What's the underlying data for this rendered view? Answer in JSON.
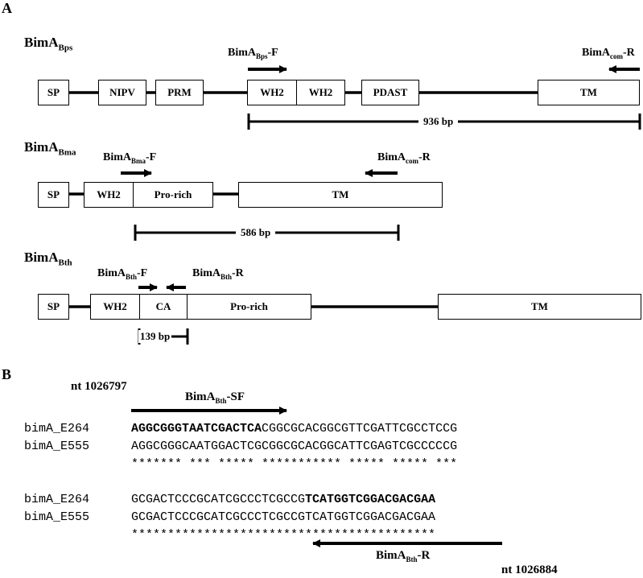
{
  "panel_a": {
    "letter": "A",
    "gene1": {
      "name": "BimA",
      "sub": "Bps",
      "primer_f": {
        "name": "BimA",
        "sub": "Bps",
        "suffix": "-F"
      },
      "primer_r": {
        "name": "BimA",
        "sub": "com",
        "suffix": "-R"
      },
      "domains": [
        "SP",
        "NIPV",
        "PRM",
        "WH2",
        "WH2",
        "PDAST",
        "TM"
      ],
      "amplicon": "936 bp"
    },
    "gene2": {
      "name": "BimA",
      "sub": "Bma",
      "primer_f": {
        "name": "BimA",
        "sub": "Bma",
        "suffix": "-F"
      },
      "primer_r": {
        "name": "BimA",
        "sub": "com",
        "suffix": "-R"
      },
      "domains": [
        "SP",
        "WH2",
        "Pro-rich",
        "TM"
      ],
      "amplicon": "586 bp"
    },
    "gene3": {
      "name": "BimA",
      "sub": "Bth",
      "primer_f": {
        "name": "BimA",
        "sub": "Bth",
        "suffix": "-F"
      },
      "primer_r": {
        "name": "BimA",
        "sub": "Bth",
        "suffix": "-R"
      },
      "domains": [
        "SP",
        "WH2",
        "CA",
        "Pro-rich",
        "TM"
      ],
      "amplicon": "139 bp"
    }
  },
  "panel_b": {
    "letter": "B",
    "nt_start": "nt 1026797",
    "nt_end": "nt 1026884",
    "primer_sf": {
      "name": "BimA",
      "sub": "Bth",
      "suffix": "-SF"
    },
    "primer_r": {
      "name": "BimA",
      "sub": "Bth",
      "suffix": "-R"
    },
    "block1": {
      "row1_label": "bimA_E264",
      "row1_bold": "AGGCGGGTAATCGACTCA",
      "row1_rest": "CGGCGCACGGCGTTCGATTCGCCTCCG",
      "row2_label": "bimA_E555",
      "row2_seq": "AGGCGGGCAATGGACTCGCGGCGCACGGCATTCGAGTCGCCCCCG",
      "consensus": "******* *** ***** *********** ***** ***** ***"
    },
    "block2": {
      "row1_label": "bimA_E264",
      "row1_plain": "GCGACTCCCGCATCGCCCTCGCCG",
      "row1_bold": "TCATGGTCGGACGACGAA",
      "row2_label": "bimA_E555",
      "row2_seq": "GCGACTCCCGCATCGCCCTCGCCGTCATGGTCGGACGACGAA",
      "consensus": "******************************************"
    }
  }
}
